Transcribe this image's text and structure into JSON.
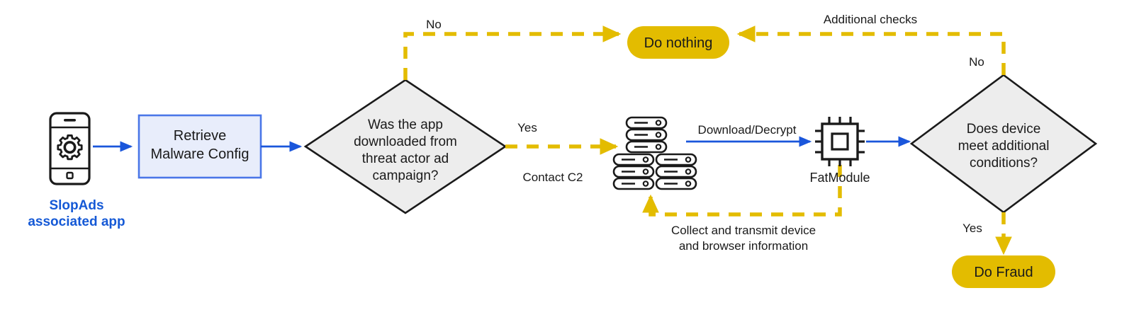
{
  "diagram": {
    "title": "SlopAds malware execution flow",
    "colors": {
      "yellow": "#e3bc00",
      "blue_line": "#1a56db",
      "blue_border": "#4a76e8",
      "blue_fill": "#e8edfb",
      "blue_text": "#1559d6",
      "gray_fill": "#ededed",
      "outline": "#1a1a1a"
    },
    "nodes": {
      "phone": {
        "icon": "mobile-phone-gear-icon",
        "caption_line1": "SlopAds",
        "caption_line2": "associated app"
      },
      "retrieve_config": {
        "label_line1": "Retrieve",
        "label_line2": "Malware Config"
      },
      "decision_download": {
        "line1": "Was the app",
        "line2": "downloaded from",
        "line3": "threat actor ad",
        "line4": "campaign?"
      },
      "c2_servers": {
        "icon": "server-stack-icon"
      },
      "fatmodule": {
        "icon": "cpu-chip-icon",
        "caption": "FatModule"
      },
      "decision_conditions": {
        "line1": "Does device",
        "line2": "meet additional",
        "line3": "conditions?"
      },
      "do_nothing": {
        "label": "Do nothing"
      },
      "do_fraud": {
        "label": "Do Fraud"
      }
    },
    "edge_labels": {
      "no_left": "No",
      "yes_right": "Yes",
      "contact_c2": "Contact C2",
      "download_decrypt": "Download/Decrypt",
      "collect_line1": "Collect and transmit device",
      "collect_line2": "and browser information",
      "additional_checks": "Additional checks",
      "no_right": "No",
      "yes_bottom": "Yes"
    }
  }
}
